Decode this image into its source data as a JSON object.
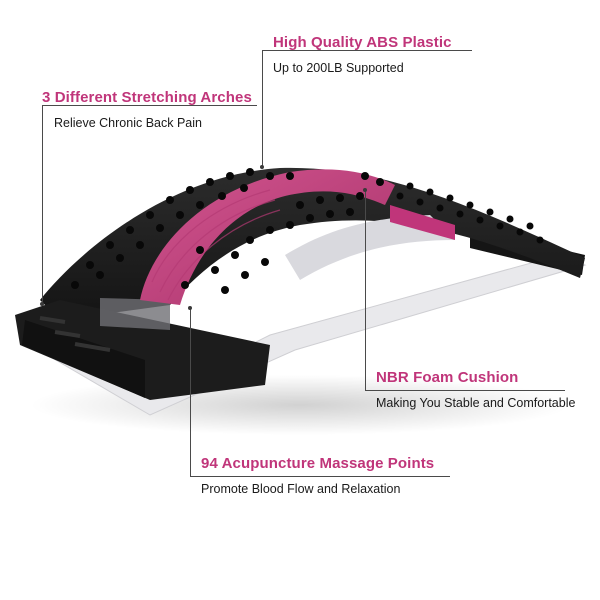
{
  "accent_color": "#c0357a",
  "product_colors": {
    "body": "#1e1e1e",
    "arch": "#c4457f",
    "base": "#e8e8ea"
  },
  "features": [
    {
      "id": "abs",
      "title": "High Quality ABS Plastic",
      "desc": "Up to 200LB Supported"
    },
    {
      "id": "arches",
      "title": "3 Different Stretching Arches",
      "desc": "Relieve Chronic Back Pain"
    },
    {
      "id": "foam",
      "title": "NBR Foam Cushion",
      "desc": "Making You Stable and Comfortable"
    },
    {
      "id": "points",
      "title": "94 Acupuncture Massage Points",
      "desc": "Promote Blood Flow and Relaxation"
    }
  ]
}
